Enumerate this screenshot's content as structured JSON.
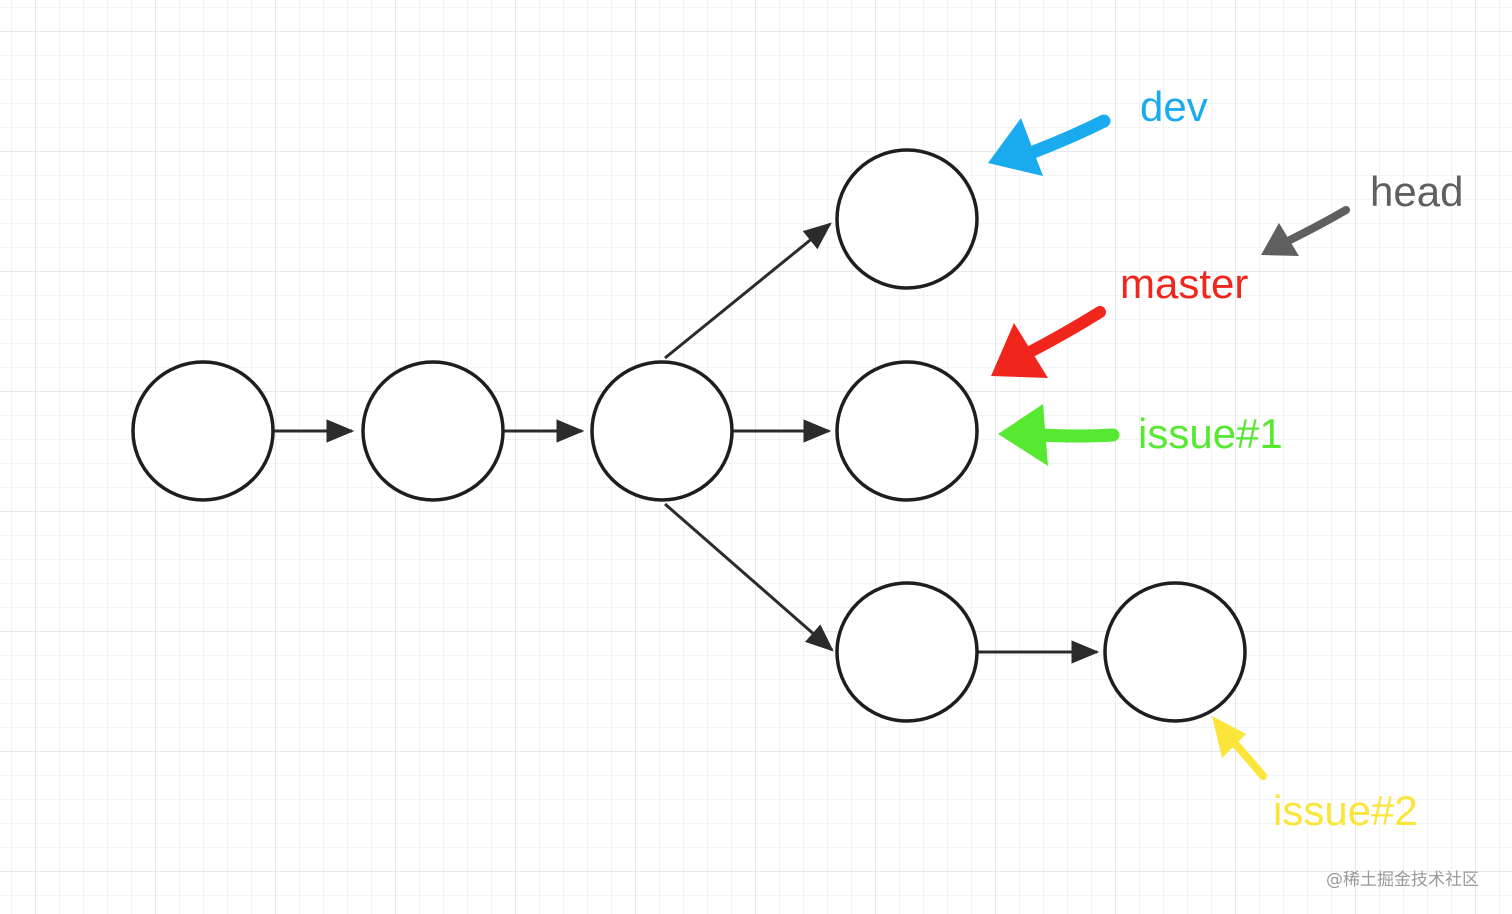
{
  "diagram": {
    "nodes": [
      "c1",
      "c2",
      "c3",
      "c4-dev",
      "c4-master",
      "c4-issue2",
      "c5-issue2"
    ],
    "edges": [
      {
        "from": "c1",
        "to": "c2"
      },
      {
        "from": "c2",
        "to": "c3"
      },
      {
        "from": "c3",
        "to": "c4-dev"
      },
      {
        "from": "c3",
        "to": "c4-master"
      },
      {
        "from": "c3",
        "to": "c4-issue2"
      },
      {
        "from": "c4-issue2",
        "to": "c5-issue2"
      }
    ],
    "pointers": [
      {
        "key": "dev",
        "label": "dev",
        "color": "#1aabef",
        "target": "c4-dev"
      },
      {
        "key": "head",
        "label": "head",
        "color": "#5f5f5f",
        "target": "master"
      },
      {
        "key": "master",
        "label": "master",
        "color": "#f0251c",
        "target": "c4-master"
      },
      {
        "key": "issue1",
        "label": "issue#1",
        "color": "#57e832",
        "target": "c4-master"
      },
      {
        "key": "issue2",
        "label": "issue#2",
        "color": "#fbe53a",
        "target": "c5-issue2"
      }
    ]
  },
  "labels": {
    "dev": "dev",
    "head": "head",
    "master": "master",
    "issue1": "issue#1",
    "issue2": "issue#2"
  },
  "colors": {
    "dev": "#1aabef",
    "head": "#5f5f5f",
    "master": "#f0251c",
    "issue1": "#57e832",
    "issue2": "#fbe53a"
  },
  "watermark": "@稀土掘金技术社区"
}
